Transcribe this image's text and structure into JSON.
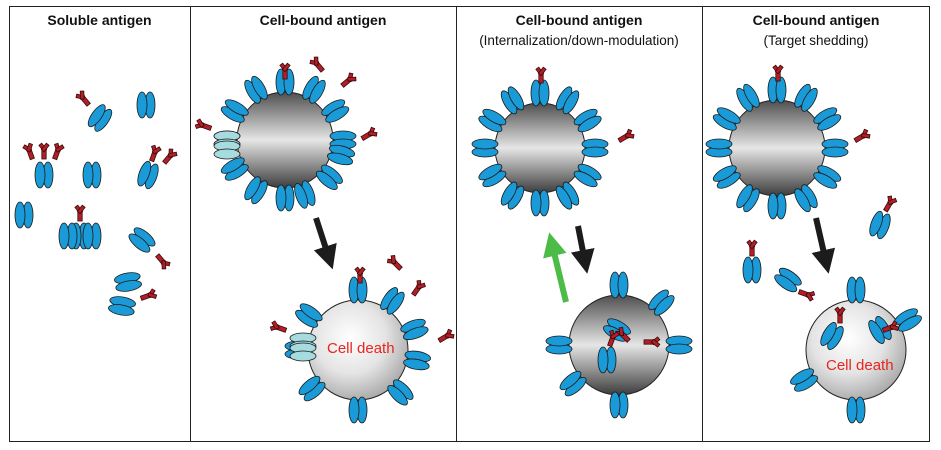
{
  "panels": [
    {
      "title": "Soluble antigen",
      "subtitle": ""
    },
    {
      "title": "Cell-bound antigen",
      "subtitle": ""
    },
    {
      "title": "Cell-bound antigen",
      "subtitle": "(Internalization/down-modulation)"
    },
    {
      "title": "Cell-bound antigen",
      "subtitle": "(Target shedding)"
    }
  ],
  "labels": {
    "cell_death_1": "Cell death",
    "cell_death_2": "Cell death"
  },
  "colors": {
    "antigen": "#1a9bd7",
    "antibody": "#b31f26",
    "shed_antigen": "#a6dbe0",
    "transition_arrow": "#1c1c1c",
    "recycle_arrow": "#4cbb47",
    "death_text": "#e8251f"
  }
}
